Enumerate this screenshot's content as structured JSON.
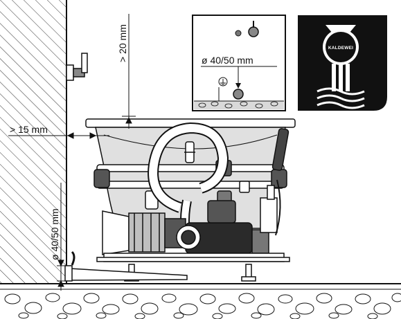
{
  "dimensions": {
    "above_rim": "> 20 mm",
    "wall_gap": "> 15 mm",
    "drain_vertical": "ø 40/50 mm",
    "drain_inset": "ø 40/50 mm"
  },
  "logo": {
    "brand": "KALDEWEI"
  },
  "colors": {
    "line": "#111111",
    "logo_background": "#111111",
    "logo_foreground": "#ffffff",
    "concrete": "#d9d9d9"
  }
}
